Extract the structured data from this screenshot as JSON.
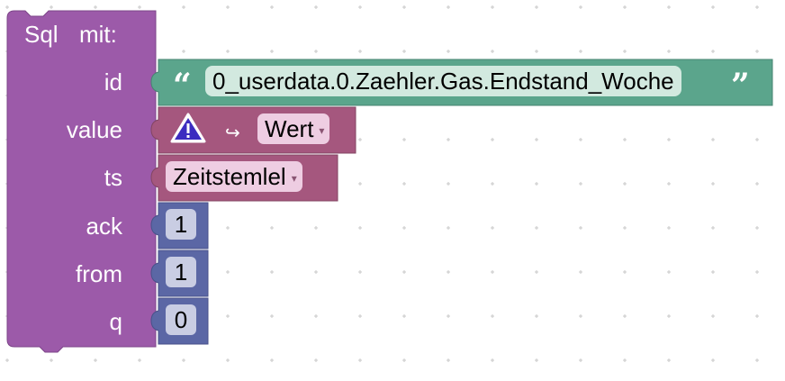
{
  "block": {
    "title": "Sql",
    "mit_label": "mit:",
    "color": "#9c5aa9"
  },
  "inputs": {
    "id_label": "id",
    "value_label": "value",
    "ts_label": "ts",
    "ack_label": "ack",
    "from_label": "from",
    "q_label": "q"
  },
  "id_text": {
    "value": "0_userdata.0.Zaehler.Gas.Endstand_Woche",
    "open_quote": "“",
    "close_quote": "”",
    "color": "#5ba58c"
  },
  "value_block": {
    "warning_icon": "warning-triangle-icon",
    "arrow_icon": "return-arrow-icon",
    "arrow_glyph": "↪",
    "dropdown_value": "Wert",
    "color": "#a5577e"
  },
  "ts_block": {
    "dropdown_value": "Zeitstemlel",
    "color": "#a5577e"
  },
  "numbers": {
    "ack": "1",
    "from": "1",
    "q": "0",
    "color": "#5b67a5"
  },
  "dropdown_arrow": "▾"
}
